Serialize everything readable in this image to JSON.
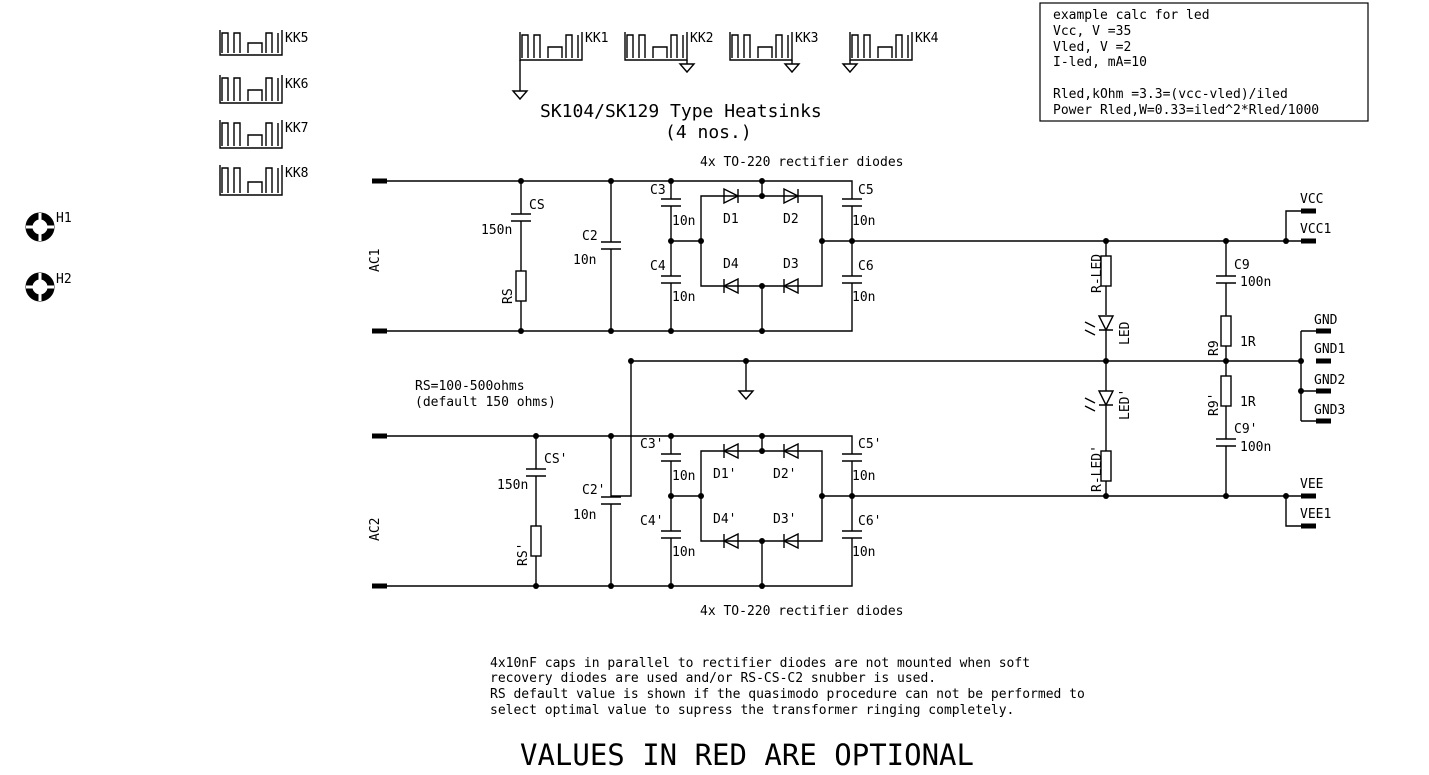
{
  "heatsinks": {
    "kk1": "KK1",
    "kk2": "KK2",
    "kk3": "KK3",
    "kk4": "KK4",
    "kk5": "KK5",
    "kk6": "KK6",
    "kk7": "KK7",
    "kk8": "KK8",
    "title_line1": "SK104/SK129 Type Heatsinks",
    "title_line2": "(4 nos.)"
  },
  "holes": {
    "h1": "H1",
    "h2": "H2"
  },
  "calc_box": {
    "lines": [
      "example calc for led",
      "Vcc, V =35",
      "Vled, V =2",
      "I-led, mA=10",
      "",
      "Rled,kOhm =3.3=(vcc-vled)/iled",
      "Power Rled,W=0.33=iled^2*Rled/1000"
    ]
  },
  "notes": {
    "diodes_top": "4x TO-220 rectifier diodes",
    "diodes_bottom": "4x TO-220 rectifier diodes",
    "rs_range": "RS=100-500ohms",
    "rs_default": "(default 150 ohms)",
    "footer": [
      "4x10nF caps in parallel to rectifier diodes are not mounted when soft",
      "recovery diodes are used and/or RS-CS-C2 snubber is used.",
      "RS default value is shown if the quasimodo procedure can not be performed to",
      " select optimal value to supress the transformer ringing completely."
    ],
    "banner": "VALUES IN RED ARE OPTIONAL"
  },
  "top_section": {
    "ac": "AC1",
    "cs": "CS",
    "cs_val": "150n",
    "rs": "RS",
    "c2": "C2",
    "c2_val": "10n",
    "c3": "C3",
    "c3_val": "10n",
    "c4": "C4",
    "c4_val": "10n",
    "c5": "C5",
    "c5_val": "10n",
    "c6": "C6",
    "c6_val": "10n",
    "d1": "D1",
    "d2": "D2",
    "d3": "D3",
    "d4": "D4",
    "rled": "R-LED",
    "led": "LED",
    "c9": "C9",
    "c9_val": "100n",
    "r9": "R9",
    "r9_val": "1R",
    "vcc": "VCC",
    "vcc1": "VCC1"
  },
  "bottom_section": {
    "ac": "AC2",
    "cs": "CS'",
    "cs_val": "150n",
    "rs": "RS'",
    "c2": "C2'",
    "c2_val": "10n",
    "c3": "C3'",
    "c3_val": "10n",
    "c4": "C4'",
    "c4_val": "10n",
    "c5": "C5'",
    "c5_val": "10n",
    "c6": "C6'",
    "c6_val": "10n",
    "d1": "D1'",
    "d2": "D2'",
    "d3": "D3'",
    "d4": "D4'",
    "rled": "R-LED'",
    "led": "LED'",
    "c9": "C9'",
    "c9_val": "100n",
    "r9": "R9'",
    "r9_val": "1R",
    "vee": "VEE",
    "vee1": "VEE1"
  },
  "ground": {
    "gnd": "GND",
    "gnd1": "GND1",
    "gnd2": "GND2",
    "gnd3": "GND3"
  }
}
